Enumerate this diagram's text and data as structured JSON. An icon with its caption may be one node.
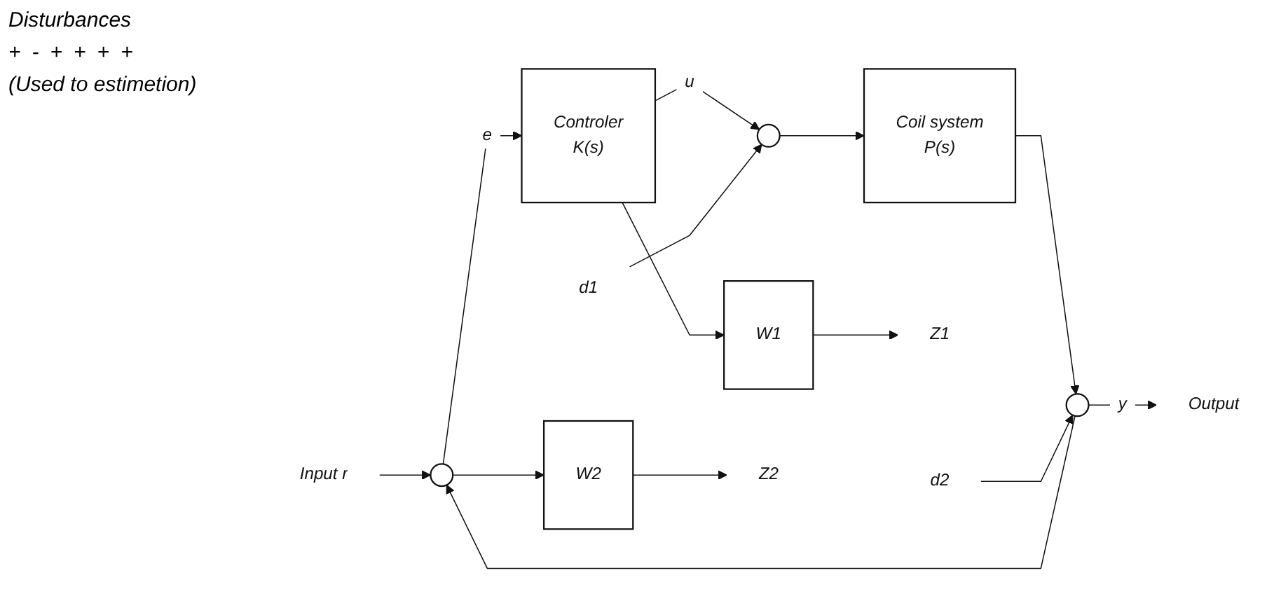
{
  "diagram": {
    "nodes": [
      {
        "text": [
          "Input r"
        ]
      },
      {
        "text": [],
        "shape": "circle"
      },
      {
        "text": [
          "Controler",
          "K(s)"
        ]
      },
      {
        "text": [],
        "shape": "circle"
      },
      {
        "text": [
          "Coil system",
          "P(s)"
        ]
      },
      {
        "text": [],
        "shape": "circle"
      },
      {
        "text": [
          "Output"
        ]
      },
      {
        "text": [
          "W2"
        ]
      },
      {
        "text": [
          "W1"
        ]
      },
      {
        "text": [
          "Z2"
        ]
      },
      {
        "text": [
          "Z1"
        ]
      },
      {
        "text": [
          "d1"
        ]
      },
      {
        "text": [
          "d2"
        ]
      }
    ],
    "edges": [
      {
        "from": 0,
        "to": 1,
        "arrow": "to"
      },
      {
        "from": 1,
        "to": 2,
        "label": "e",
        "arrow": "to"
      },
      {
        "from": 1,
        "to": 7,
        "arrow": "to"
      },
      {
        "from": 2,
        "to": 3,
        "label": "u",
        "arrow": "to"
      },
      {
        "from": 2,
        "to": 8,
        "arrow": "to"
      },
      {
        "from": 11,
        "to": 3,
        "arrow": "to"
      },
      {
        "from": 3,
        "to": 4,
        "arrow": "to"
      },
      {
        "from": 4,
        "to": 5,
        "arrow": "to"
      },
      {
        "from": 12,
        "to": 5,
        "arrow": "to"
      },
      {
        "from": 5,
        "to": 6,
        "label": "y",
        "arrow": "to"
      },
      {
        "from": 5,
        "to": 1,
        "arrow": "to"
      },
      {
        "from": 7,
        "to": 9,
        "arrow": "to"
      },
      {
        "from": 8,
        "to": 10,
        "arrow": "to"
      }
    ],
    "labels": [
      "Disturbances",
      "+",
      "-",
      "+",
      "+",
      "+",
      "+",
      "(Used to estimetion)"
    ]
  }
}
